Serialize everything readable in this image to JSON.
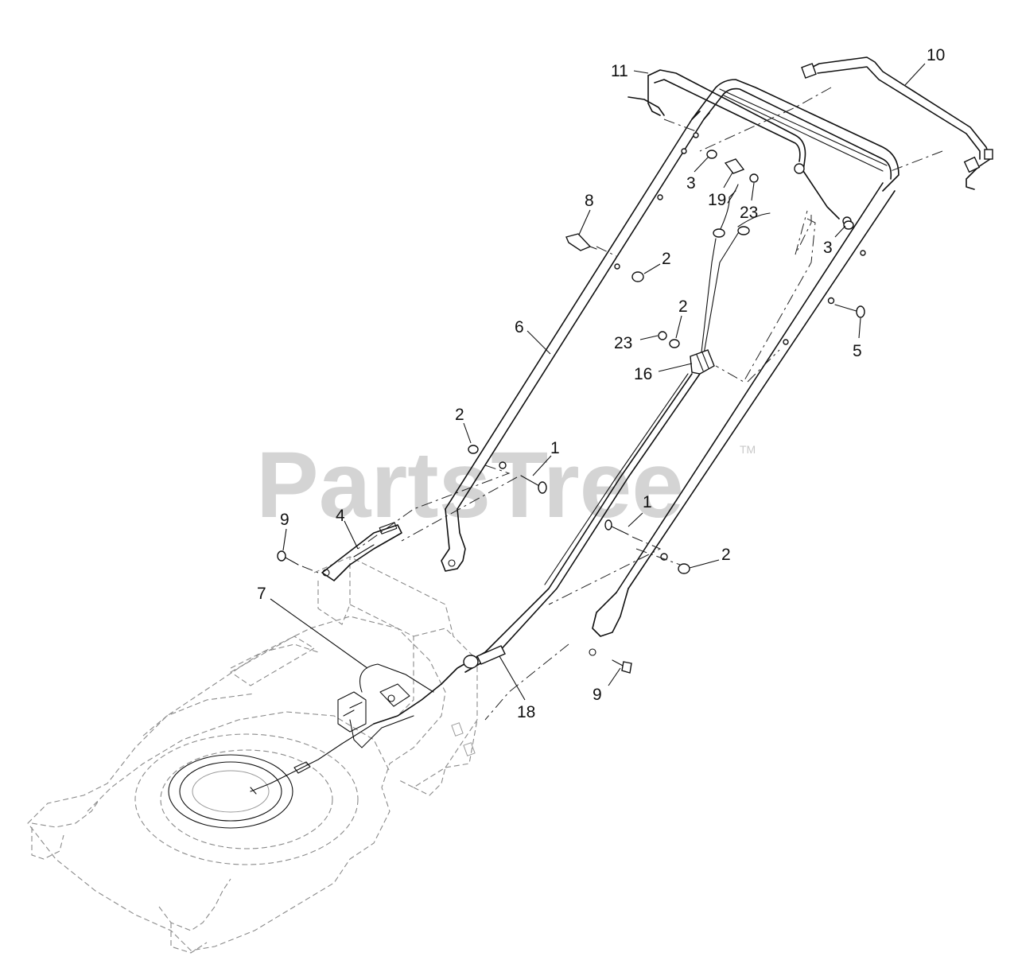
{
  "watermark": {
    "brand": "PartsTree",
    "trademark": "TM"
  },
  "callouts": [
    {
      "id": "c1a",
      "label": "1"
    },
    {
      "id": "c1b",
      "label": "1"
    },
    {
      "id": "c2a",
      "label": "2"
    },
    {
      "id": "c2b",
      "label": "2"
    },
    {
      "id": "c2c",
      "label": "2"
    },
    {
      "id": "c2d",
      "label": "2"
    },
    {
      "id": "c3a",
      "label": "3"
    },
    {
      "id": "c3b",
      "label": "3"
    },
    {
      "id": "c4",
      "label": "4"
    },
    {
      "id": "c5",
      "label": "5"
    },
    {
      "id": "c6",
      "label": "6"
    },
    {
      "id": "c7",
      "label": "7"
    },
    {
      "id": "c8",
      "label": "8"
    },
    {
      "id": "c9a",
      "label": "9"
    },
    {
      "id": "c9b",
      "label": "9"
    },
    {
      "id": "c10",
      "label": "10"
    },
    {
      "id": "c11",
      "label": "11"
    },
    {
      "id": "c16",
      "label": "16"
    },
    {
      "id": "c18",
      "label": "18"
    },
    {
      "id": "c19",
      "label": "19"
    },
    {
      "id": "c23a",
      "label": "23"
    },
    {
      "id": "c23b",
      "label": "23"
    }
  ]
}
